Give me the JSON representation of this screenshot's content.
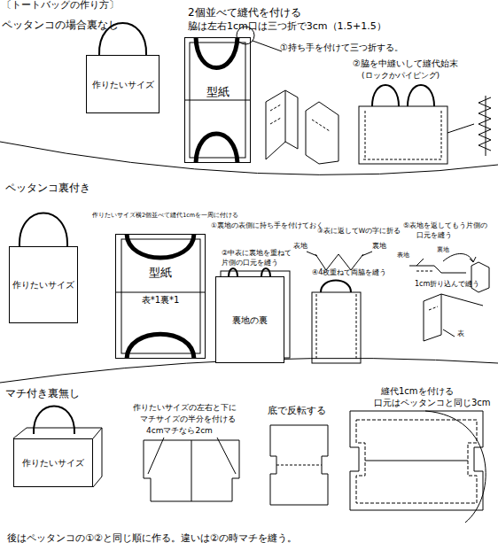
{
  "diagram": {
    "title": "〔トートバッグの作り方〕",
    "nodes": [
      {
        "text": [
          "作りたいサイズ"
        ]
      },
      {
        "text": [
          "型紙"
        ]
      },
      {
        "text": [
          "作りたいサイズ"
        ]
      },
      {
        "text": [
          "型紙",
          "表*1裏*1"
        ]
      },
      {
        "text": [
          "裏地の裏"
        ]
      },
      {
        "text": [
          "作りたいサイズ"
        ]
      }
    ],
    "labels": [
      "ペッタンコの場合裏なし",
      "2個並べて縫代を付ける",
      "脇は左右1cm口は三つ折で3cm（1.5+1.5）",
      "①持ち手を付けて三つ折する。",
      "②脇を中縫いして縫代始末",
      "(ロックかパイピング)",
      "ペッタンコ裏付き",
      "作りたいサイズ横2個並べて縫代1cmを一周に付ける",
      "①裏地の表側に持ち手を付けておく",
      "②中表に裏地を重ねて",
      "片側の口元を縫う",
      "③表に返してWの字に折る",
      "表地",
      "裏地",
      "④4枚重ねて両脇を縫う",
      "⑤表地を返してもう片側の",
      "口元を縫う",
      "表地",
      "裏地",
      "1cm折り込んで縫う",
      "表",
      "マチ付き裏無し",
      "作りたいサイズの左右と下に",
      "マチサイズの半分を付ける",
      "4cmマチなら2cm",
      "底で反転する",
      "縫代1cmを付ける",
      "口元はペッタンコと同じ3cm",
      "後はペッタンコの①②と同じ順に作る。違いは②の時マチを縫う。"
    ]
  }
}
